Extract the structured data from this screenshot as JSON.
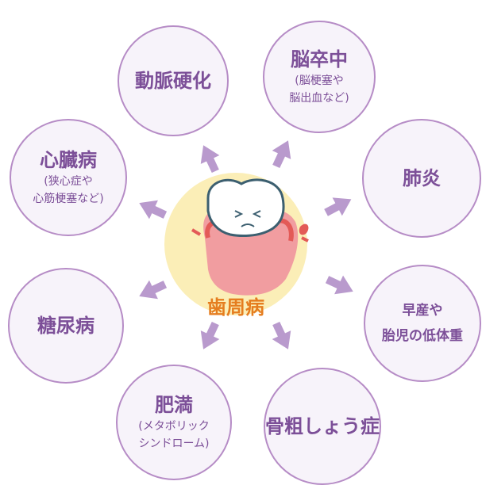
{
  "center": {
    "label": "歯周病"
  },
  "nodes": [
    {
      "id": "atherosclerosis",
      "main": "動脈硬化"
    },
    {
      "id": "stroke",
      "main": "脳卒中",
      "sub1": "(脳梗塞や",
      "sub2": "脳出血など)"
    },
    {
      "id": "heart",
      "main": "心臓病",
      "sub1": "(狭心症や",
      "sub2": "心筋梗塞など)"
    },
    {
      "id": "pneumonia",
      "main": "肺炎"
    },
    {
      "id": "diabetes",
      "main": "糖尿病"
    },
    {
      "id": "preterm",
      "main": "早産や",
      "main2": "胎児の低体重"
    },
    {
      "id": "obesity",
      "main": "肥満",
      "sub1": "(メタボリック",
      "sub2": "シンドローム)"
    },
    {
      "id": "osteoporosis",
      "main": "骨粗しょう症"
    }
  ],
  "colors": {
    "node_border": "#b68cc6",
    "node_fill": "#f7f3fa",
    "node_text": "#7c4f98",
    "arrow": "#b99acd",
    "center_fill": "#fbeeb7",
    "center_text": "#e57d1f",
    "tooth_outline": "#3c5f70",
    "gum_fill": "#f19da0"
  }
}
